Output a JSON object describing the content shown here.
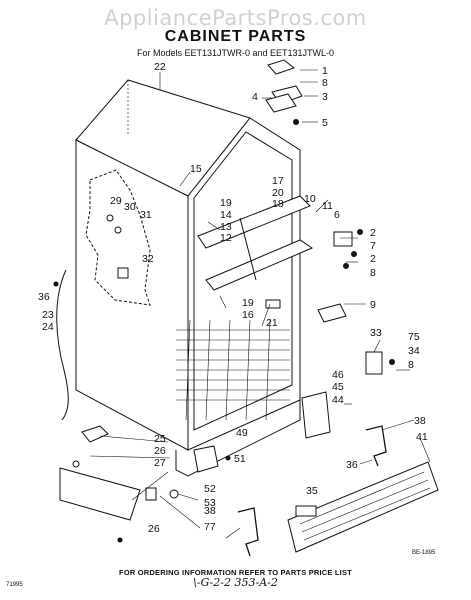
{
  "watermark": "AppliancePartsPros.com",
  "title": "CABINET PARTS",
  "models": "For Models EET131JTWR-0 and EET131JTWL-0",
  "footer": "FOR ORDERING INFORMATION REFER TO PARTS PRICE LIST",
  "image_code_right": "BE-1895",
  "image_code_left": "71995",
  "handwritten_note": "\\-G-2-2  353-A-2",
  "callouts": [
    "1",
    "8",
    "3",
    "4",
    "5",
    "22",
    "15",
    "17",
    "20",
    "18",
    "10",
    "11",
    "6",
    "2",
    "7",
    "2",
    "8",
    "19",
    "14",
    "13",
    "12",
    "29",
    "30",
    "31",
    "32",
    "36",
    "23",
    "24",
    "19",
    "16",
    "21",
    "9",
    "33",
    "75",
    "34",
    "8",
    "46",
    "45",
    "44",
    "49",
    "38",
    "41",
    "36",
    "25",
    "26",
    "27",
    "51",
    "52",
    "53",
    "35",
    "26",
    "77",
    "38"
  ]
}
